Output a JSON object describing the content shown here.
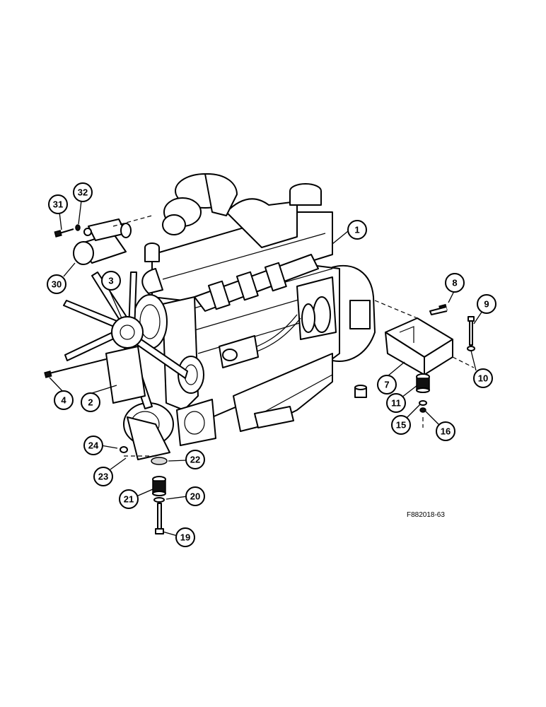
{
  "figure_code": "F882018-63",
  "callouts": [
    "1",
    "2",
    "3",
    "4",
    "7",
    "8",
    "9",
    "10",
    "11",
    "15",
    "16",
    "19",
    "20",
    "21",
    "22",
    "23",
    "24",
    "30",
    "31",
    "32"
  ]
}
